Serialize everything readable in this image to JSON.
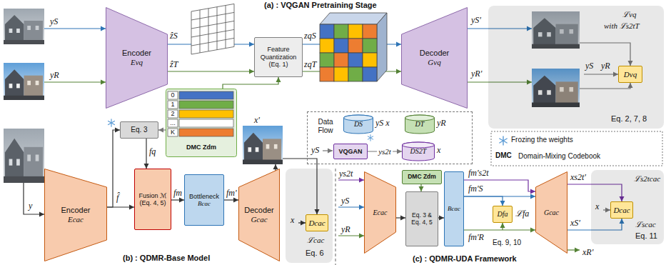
{
  "diagram": {
    "nodes": [
      {
        "text": [
          "Encoder",
          "Evq"
        ]
      },
      {
        "text": [
          "Feature Quantization",
          "(Eq. 1)"
        ]
      },
      {
        "text": [
          "Decoder",
          "Gvq"
        ]
      },
      {
        "text": [
          "ℒvq",
          "with ℒs2tT",
          "Eq. 2, 7, 8"
        ]
      },
      {
        "text": [
          "Dvq"
        ],
        "in": 3
      },
      {
        "text": [
          "0",
          "1",
          "2",
          "...",
          "K",
          "DMC Zdm"
        ]
      },
      {
        "text": [
          "Data Flow"
        ]
      },
      {
        "text": [
          "DS"
        ],
        "in": 6
      },
      {
        "text": [
          "DT"
        ],
        "in": 6
      },
      {
        "text": [
          "VQGAN"
        ],
        "in": 6
      },
      {
        "text": [
          "DS2T"
        ],
        "in": 6
      },
      {
        "text": [
          "Encoder",
          "Ecac"
        ]
      },
      {
        "text": [
          "Eq. 3"
        ]
      },
      {
        "text": [
          "Fusion ℳ",
          "(Eq. 4, 5)"
        ]
      },
      {
        "text": [
          "Bottleneck",
          "Bcac"
        ]
      },
      {
        "text": [
          "Decoder",
          "Gcac"
        ]
      },
      {
        "text": [
          "ℒcac",
          "Eq. 6"
        ]
      },
      {
        "text": [
          "Dcac"
        ],
        "in": 16
      },
      {
        "text": [
          "Ecac"
        ]
      },
      {
        "text": [
          "DMC Zdm"
        ]
      },
      {
        "text": [
          "Eq. 3 & Eq. 4, 5"
        ]
      },
      {
        "text": [
          "Bcac"
        ]
      },
      {
        "text": [
          "Dfa"
        ]
      },
      {
        "text": [
          "Gcac"
        ]
      },
      {
        "text": [
          "ℒs2tcac",
          "ℒscac",
          "Eq. 11"
        ]
      },
      {
        "text": [
          "Dcac"
        ],
        "in": 24
      }
    ],
    "edges": [
      {
        "from": 0,
        "to": 1,
        "arrow": "to"
      },
      {
        "from": 1,
        "to": 2,
        "arrow": "to"
      },
      {
        "from": 5,
        "to": 1,
        "arrow": "to"
      },
      {
        "from": 9,
        "to": 10,
        "arrow": "to",
        "label": "ys2t"
      },
      {
        "from": 11,
        "to": 13,
        "arrow": "to"
      },
      {
        "from": 11,
        "to": 12,
        "arrow": "to"
      },
      {
        "from": 12,
        "to": 13,
        "arrow": "to"
      },
      {
        "from": 5,
        "to": 12,
        "arrow": "to"
      },
      {
        "from": 13,
        "to": 14,
        "arrow": "to"
      },
      {
        "from": 14,
        "to": 15,
        "arrow": "to"
      },
      {
        "from": 18,
        "to": 20,
        "arrow": "to"
      },
      {
        "from": 19,
        "to": 20,
        "arrow": "to"
      },
      {
        "from": 20,
        "to": 21,
        "arrow": "to"
      },
      {
        "from": 21,
        "to": 23,
        "arrow": "to"
      },
      {
        "from": 21,
        "to": 22,
        "arrow": "to"
      }
    ],
    "labels": [
      "(a) : VQGAN Pretraining Stage",
      "yS",
      "yR",
      "ẑS",
      "ẑT",
      "zqS",
      "zqT",
      "yS'",
      "yR'",
      "yS",
      "yR",
      "yS x",
      "yR",
      "yS",
      "x",
      "DMC",
      "y",
      "f̂",
      "fq",
      "fm",
      "fm'",
      "x'",
      "x",
      "(b) : QDMR-Base Model",
      "ys2t",
      "yS",
      "yR",
      "fm's2t",
      "fm'S",
      "fm'R",
      "ℒfa",
      "Eq. 9, 10",
      "xs2t'",
      "x",
      "xS'",
      "xR'",
      "(c) : QDMR-UDA Framework"
    ],
    "legend": [
      {
        "text": "Frozing the weights"
      },
      {
        "text": "Domain-Mixing Codebook"
      }
    ]
  }
}
